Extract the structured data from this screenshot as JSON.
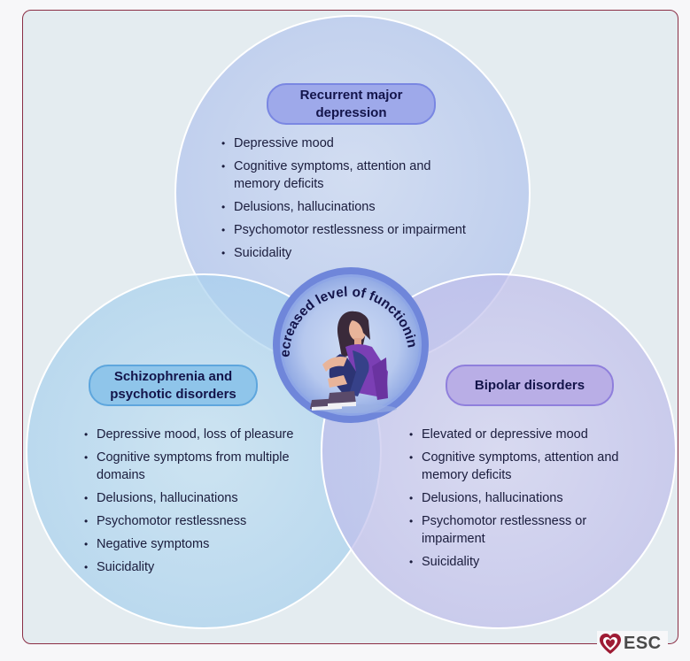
{
  "center": {
    "label": "Decreased level of functioning"
  },
  "circles": {
    "top": {
      "title": "Recurrent major depression",
      "items": [
        "Depressive mood",
        "Cognitive symptoms, attention and memory deficits",
        "Delusions, hallucinations",
        "Psychomotor restlessness or impairment",
        "Suicidality"
      ]
    },
    "left": {
      "title": "Schizophrenia and psychotic disorders",
      "items": [
        "Depressive mood, loss of pleasure",
        "Cognitive symptoms from multiple domains",
        "Delusions, hallucinations",
        "Psychomotor restlessness",
        "Negative symptoms",
        "Suicidality"
      ]
    },
    "right": {
      "title": "Bipolar disorders",
      "items": [
        "Elevated or depressive mood",
        "Cognitive symptoms, attention and memory deficits",
        "Delusions, hallucinations",
        "Psychomotor restlessness or impairment",
        "Suicidality"
      ]
    }
  },
  "logo": {
    "text": "ESC"
  },
  "colors": {
    "frame_border": "#8b2e45",
    "background": "#e4ecf0",
    "circle_top": "#b9c9ee",
    "circle_left": "#aed4ee",
    "circle_right": "#c4c2ec",
    "center_ring": "#5f79d6",
    "text": "#13144a"
  }
}
